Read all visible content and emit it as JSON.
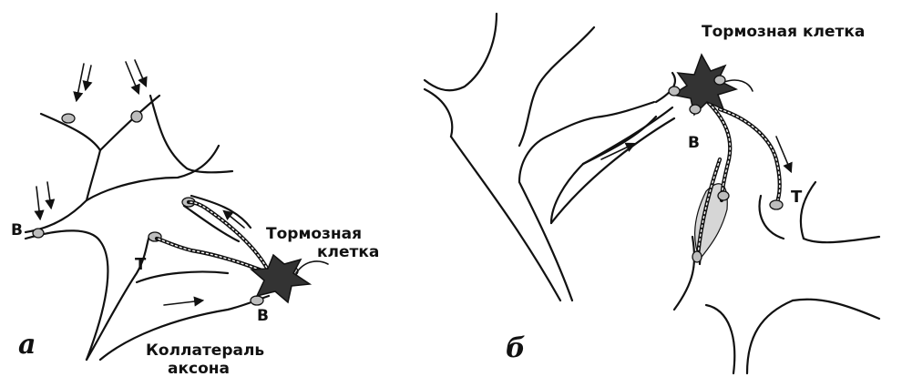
{
  "panel_a": {
    "letter": "а",
    "inhibitory_cell_label_line1": "Тормозная",
    "inhibitory_cell_label_line2": "клетка",
    "collateral_label_line1": "Коллатераль",
    "collateral_label_line2": "аксона",
    "label_v_left": "В",
    "label_v_bottom": "В",
    "label_t": "Т"
  },
  "panel_b": {
    "letter": "б",
    "inhibitory_cell_label": "Тормозная клетка",
    "label_v": "В",
    "label_t": "Т"
  }
}
